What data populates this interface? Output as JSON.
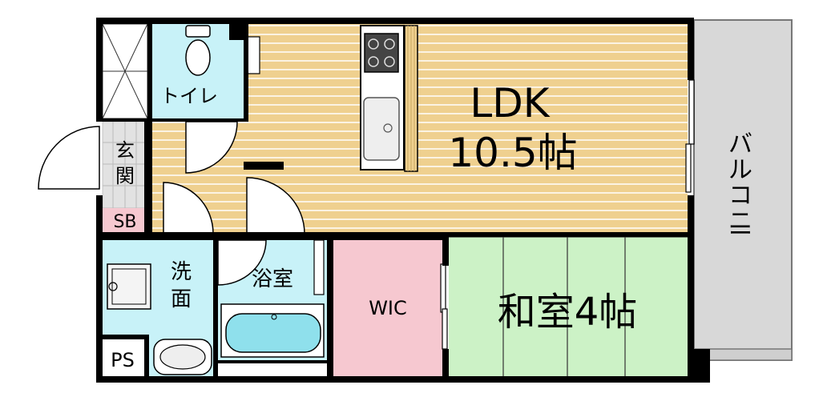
{
  "rooms": {
    "toilet": "トイレ",
    "entrance": [
      "玄",
      "関"
    ],
    "shoe_box": "SB",
    "ldk_name": "LDK",
    "ldk_size": "10.5帖",
    "washroom": [
      "洗",
      "面"
    ],
    "bathroom": "浴室",
    "wic": "WIC",
    "washitsu": "和室4帖",
    "ps": "PS",
    "balcony": [
      "バ",
      "ル",
      "コ",
      "ニ",
      "ー"
    ]
  },
  "colors": {
    "flooring": "#efd08f",
    "flooring_line": "#ffffff",
    "wet_area": "#c8f2f8",
    "wic": "#f6c8d0",
    "tatami": "#ccf2c6",
    "balcony": "#d8d8d8",
    "wall": "#000000"
  }
}
